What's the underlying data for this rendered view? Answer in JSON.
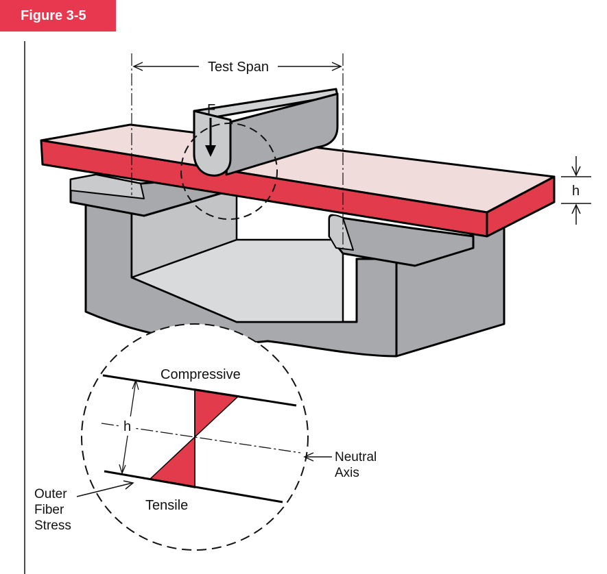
{
  "figure_label": "Figure 3-5",
  "labels": {
    "test_span": "Test Span",
    "force": "F",
    "thickness": "h",
    "compressive": "Compressive",
    "tensile": "Tensile",
    "neutral_axis_line1": "Neutral",
    "neutral_axis_line2": "Axis",
    "outer_fiber_line1": "Outer",
    "outer_fiber_line2": "Fiber",
    "outer_fiber_line3": "Stress",
    "detail_thickness": "h"
  },
  "colors": {
    "specimen_red": "#e23c4c",
    "specimen_top": "#f1dcdc",
    "fixture_gray": "#a7a9ac",
    "fixture_light": "#c8cacc",
    "fixture_inner": "#d9dadb",
    "figure_tag": "#e8384f"
  }
}
